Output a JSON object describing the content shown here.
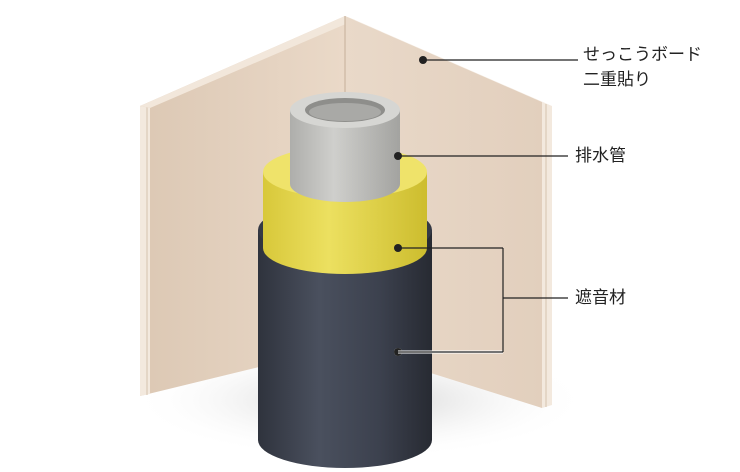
{
  "labels": {
    "gypsum_board": {
      "line1": "せっこうボード",
      "line2": "二重貼り"
    },
    "drain_pipe": "排水管",
    "sound_insulation": "遮音材"
  },
  "colors": {
    "board_face": "#e6d5c4",
    "board_edge": "#f1e6da",
    "pipe": "#c2c2bf",
    "insulation": "#e6d84a",
    "wrap": "#3f4452",
    "leader": "#222222"
  }
}
